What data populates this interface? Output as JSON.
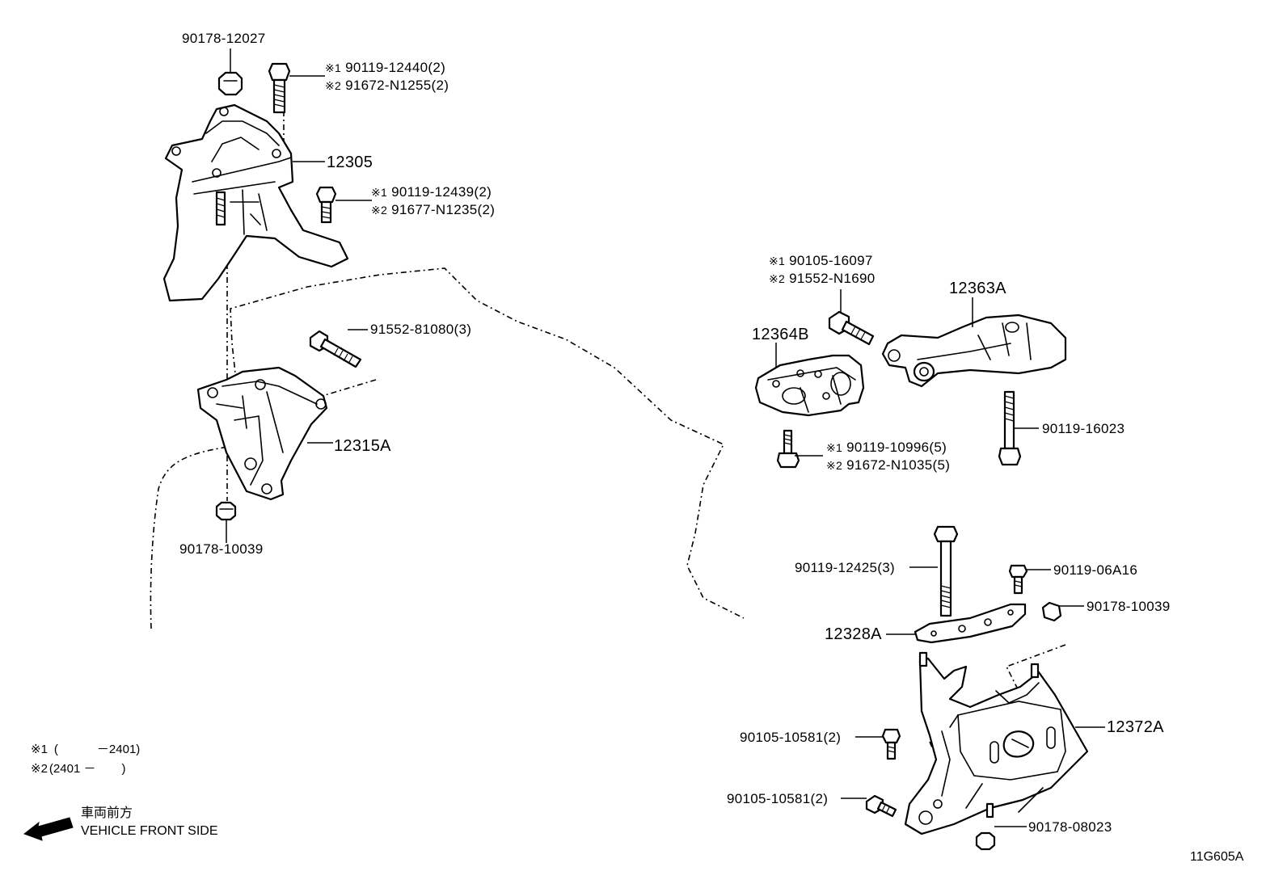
{
  "parts": {
    "p_90178_12027": "90178-12027",
    "p_12305": "12305",
    "p_91552_81080": "91552-81080(3)",
    "p_12315A": "12315A",
    "p_90178_10039_left": "90178-10039",
    "p_12364B": "12364B",
    "p_12363A": "12363A",
    "p_90119_16023": "90119-16023",
    "p_90119_12425": "90119-12425(3)",
    "p_90119_06A16": "90119-06A16",
    "p_90178_10039_right": "90178-10039",
    "p_12328A": "12328A",
    "p_12372A": "12372A",
    "p_90105_10581_a": "90105-10581(2)",
    "p_90105_10581_b": "90105-10581(2)",
    "p_90178_08023": "90178-08023"
  },
  "variants": {
    "top_bolt": {
      "m1": "※1",
      "v1": "90119-12440(2)",
      "m2": "※2",
      "v2": "91672-N1255(2)"
    },
    "mid_bolt": {
      "m1": "※1",
      "v1": "90119-12439(2)",
      "m2": "※2",
      "v2": "91677-N1235(2)"
    },
    "right_bolt": {
      "m1": "※1",
      "v1": "90105-16097",
      "m2": "※2",
      "v2": "91552-N1690"
    },
    "small_bolt": {
      "m1": "※1",
      "v1": "90119-10996(5)",
      "m2": "※2",
      "v2": "91672-N1035(5)"
    }
  },
  "legend": {
    "row1_mark": "※1",
    "row1_open": "(",
    "row1_text": "－2401)",
    "row2_mark": "※2",
    "row2_text": "(2401 －",
    "row2_close": ")"
  },
  "direction": {
    "jp": "車両前方",
    "en": "VEHICLE FRONT SIDE"
  },
  "diagram_id": "11G605A"
}
